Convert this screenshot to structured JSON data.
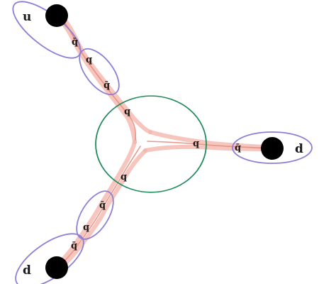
{
  "labels": {
    "u": "u",
    "d_right": "d",
    "d_bottom": "d",
    "qbar": "q̄",
    "q": "q"
  },
  "colors": {
    "flux_tube": "#f3b3a8",
    "flux_core": "#e58d80",
    "meson_ellipse": "#8d7fd6",
    "baryon_circle": "#1f8a5b",
    "quark": "#000000"
  }
}
